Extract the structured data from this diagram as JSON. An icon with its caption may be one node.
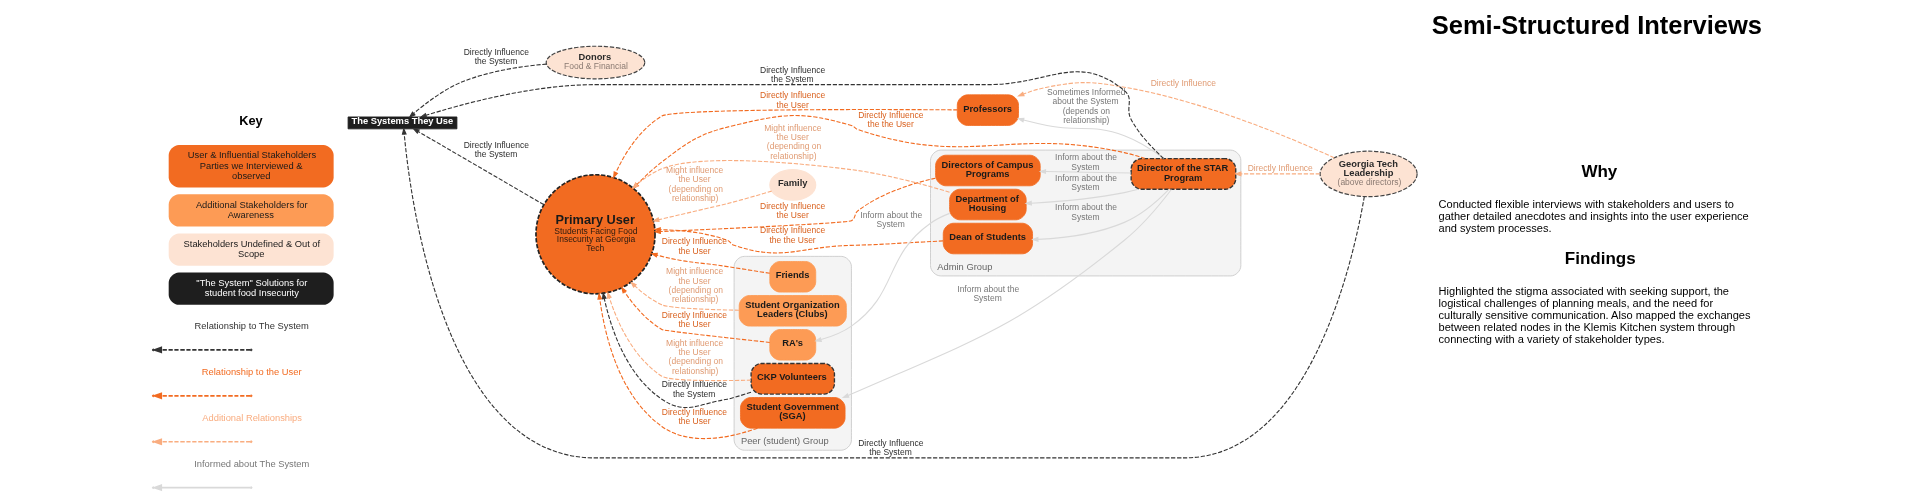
{
  "diagram": {
    "title": "Semi-Structured Interviews",
    "nodes": [
      {
        "text": [
          "Donors",
          "Food & Financial"
        ]
      },
      {
        "text": [
          "Georgia Tech Leadership",
          "(above directors)"
        ]
      },
      {
        "text": [
          "Professors"
        ]
      },
      {
        "text": [
          "The Systems They Use"
        ]
      },
      {
        "text": [
          "Primary User",
          "Students Facing Food Insecurity at Georgia Tech"
        ]
      },
      {
        "text": [
          "Admin Group"
        ]
      },
      {
        "text": [
          "Director of the STAR Program"
        ],
        "in": 5
      },
      {
        "text": [
          "Directors of Campus Programs"
        ],
        "in": 5
      },
      {
        "text": [
          "Dean of Students"
        ],
        "in": 5
      },
      {
        "text": [
          "Department of Housing"
        ],
        "in": 5
      },
      {
        "text": [
          "Peer (student) Group"
        ]
      },
      {
        "text": [
          "CKP Volunteers"
        ],
        "in": 10
      },
      {
        "text": [
          "RA's"
        ],
        "in": 10
      },
      {
        "text": [
          "Student Government (SGA)"
        ],
        "in": 10
      },
      {
        "text": [
          "Friends"
        ],
        "in": 10
      },
      {
        "text": [
          "Student Organization Leaders (Clubs)"
        ],
        "in": 10
      },
      {
        "text": [
          "Family"
        ]
      }
    ],
    "edges": [
      {
        "from": 0,
        "to": 3,
        "arrow": "to",
        "label": "Directly Influence the System",
        "style": "dashed",
        "color": "#333333"
      },
      {
        "from": 1,
        "to": 3,
        "arrow": "to",
        "label": "Directly Influence the System",
        "style": "dashed",
        "color": "#333333"
      },
      {
        "from": 6,
        "to": 3,
        "arrow": "to",
        "label": "Directly Influence the System",
        "style": "dashed",
        "color": "#333333"
      },
      {
        "from": 4,
        "to": 3,
        "arrow": "to",
        "label": "Directly Influence the System",
        "style": "dashed",
        "color": "#333333"
      },
      {
        "from": 11,
        "to": 4,
        "arrow": "to",
        "label": "Directly Influence the System",
        "style": "dashed",
        "color": "#333333"
      },
      {
        "from": 2,
        "to": 4,
        "arrow": "to",
        "label": "Directly Influence the User",
        "style": "dashed"
      },
      {
        "from": 6,
        "to": 4,
        "arrow": "to",
        "label": "Directly Influence the the User",
        "style": "dashed"
      },
      {
        "from": 7,
        "to": 4,
        "arrow": "to",
        "label": "Directly Influence the User",
        "style": "dashed"
      },
      {
        "from": 8,
        "to": 4,
        "arrow": "to",
        "label": "Directly Influence the the User",
        "style": "dashed"
      },
      {
        "from": 12,
        "to": 4,
        "arrow": "to",
        "label": "Directly Influence the User",
        "style": "dashed"
      },
      {
        "from": 13,
        "to": 4,
        "arrow": "to",
        "label": "Directly Influence the User",
        "style": "dashed"
      },
      {
        "from": 14,
        "to": 4,
        "arrow": "to",
        "label": "Directly Influence the User",
        "style": "dashed"
      },
      {
        "from": 9,
        "to": 4,
        "arrow": "to",
        "label": "Might influence the User (depending on relationship)",
        "style": "dashed",
        "color": "#f9ad80"
      },
      {
        "from": 11,
        "to": 4,
        "arrow": "to",
        "label": "Might influence the User (depending on relationship)",
        "style": "dashed",
        "color": "#f9ad80"
      },
      {
        "from": 15,
        "to": 4,
        "arrow": "to",
        "label": "Might influence the User (depending on relationship)",
        "style": "dashed",
        "color": "#f9ad80"
      },
      {
        "from": 16,
        "to": 4,
        "arrow": "to",
        "label": "Might influence the User (depending on relationship)",
        "style": "dashed",
        "color": "#f9ad80"
      },
      {
        "from": 1,
        "to": 2,
        "arrow": "to",
        "label": "Directly Influence",
        "style": "dashed",
        "color": "#f9ad80"
      },
      {
        "from": 1,
        "to": 6,
        "arrow": "to",
        "label": "Directly Influence",
        "style": "dashed",
        "color": "#f9ad80"
      },
      {
        "from": 6,
        "to": 2,
        "arrow": "to",
        "label": "Sometimes Informed about the System (depends on relationship)",
        "color": "#d9d9d9"
      },
      {
        "from": 6,
        "to": 7,
        "arrow": "to",
        "label": "Inform about the System",
        "color": "#d9d9d9"
      },
      {
        "from": 6,
        "to": 8,
        "arrow": "to",
        "label": "Inform about the System",
        "color": "#d9d9d9"
      },
      {
        "from": 6,
        "to": 9,
        "arrow": "to",
        "label": "Inform about the System",
        "color": "#d9d9d9"
      },
      {
        "from": 6,
        "to": 13,
        "arrow": "to",
        "label": "Inform about the System",
        "color": "#d9d9d9"
      },
      {
        "from": 9,
        "to": 12,
        "arrow": "to",
        "label": "Inform about the System",
        "color": "#d9d9d9"
      }
    ],
    "labels": [
      "Key",
      "Why",
      "Conducted flexible interviews with stakeholders and users to gather detailed anecdotes and insights into the user experience and system processes.",
      "Findings",
      "Highlighted the stigma associated with seeking support, the logistical challenges of planning meals, and the need for culturally sensitive communication. Also mapped the exchanges between related nodes in the Klemis Kitchen system through connecting with a variety of stakeholder types."
    ],
    "legend": [
      {
        "text": "User & Influential Stakeholders Parties we Interviewed & observed",
        "color": "#f26b21"
      },
      {
        "text": "Additional Stakeholders for Awareness",
        "color": "#fd9b55"
      },
      {
        "text": "Stakeholders Undefined & Out of Scope",
        "color": "#fde3d3"
      },
      {
        "text": "\"The System\" Solutions for student food Insecurity",
        "color": "#1e1e1e"
      },
      {
        "text": "Relationship to The System"
      },
      {
        "text": "Relationship to the User"
      },
      {
        "text": "Additional Relationships"
      },
      {
        "text": "Informed about The System"
      }
    ]
  }
}
